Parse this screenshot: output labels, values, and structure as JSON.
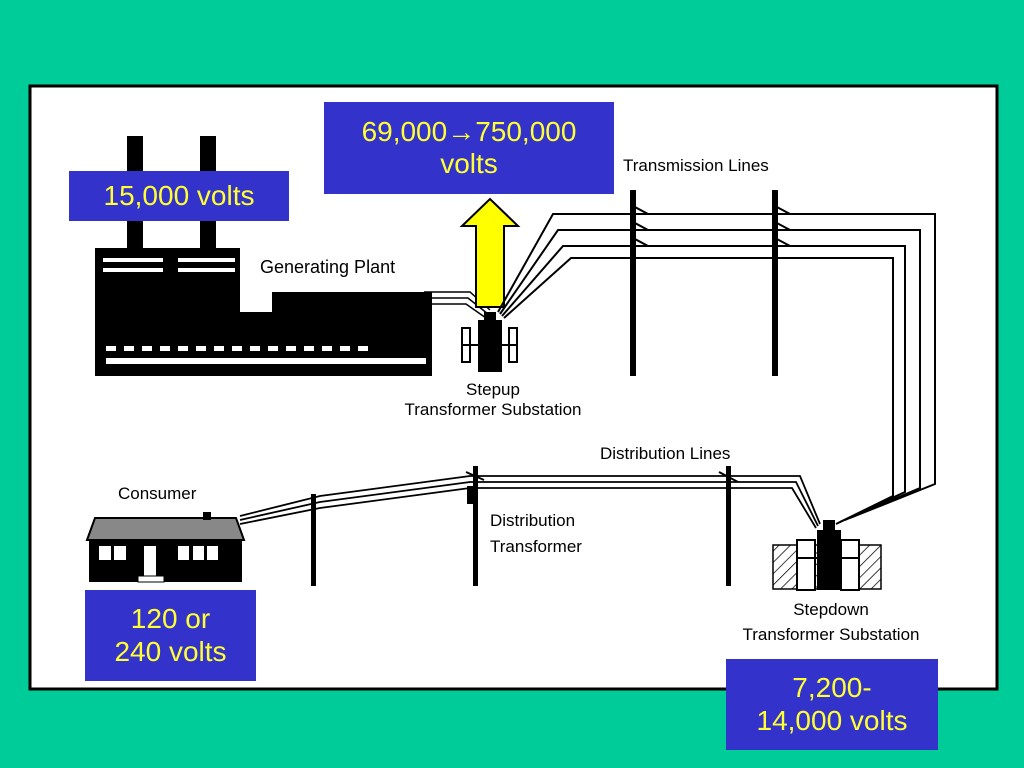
{
  "colors": {
    "slide_background": "#00cc99",
    "panel_background": "#ffffff",
    "callout_background": "#3333cc",
    "callout_text": "#ffff33",
    "arrow_fill": "#ffff00"
  },
  "diagram": {
    "labels": {
      "generating_plant": "Generating Plant",
      "transmission_lines": "Transmission Lines",
      "stepup_line1": "Stepup",
      "stepup_line2": "Transformer Substation",
      "distribution_lines": "Distribution Lines",
      "consumer": "Consumer",
      "distribution_transformer_line1": "Distribution",
      "distribution_transformer_line2": "Transformer",
      "stepdown_line1": "Stepdown",
      "stepdown_line2": "Transformer Substation"
    },
    "callouts": {
      "plant_voltage": "15,000 volts",
      "transmission_voltage_line1": "69,000→750,000",
      "transmission_voltage_line2": "volts",
      "consumer_voltage_line1": "120 or",
      "consumer_voltage_line2": "240 volts",
      "distribution_voltage_line1": "7,200-",
      "distribution_voltage_line2": "14,000 volts"
    }
  }
}
